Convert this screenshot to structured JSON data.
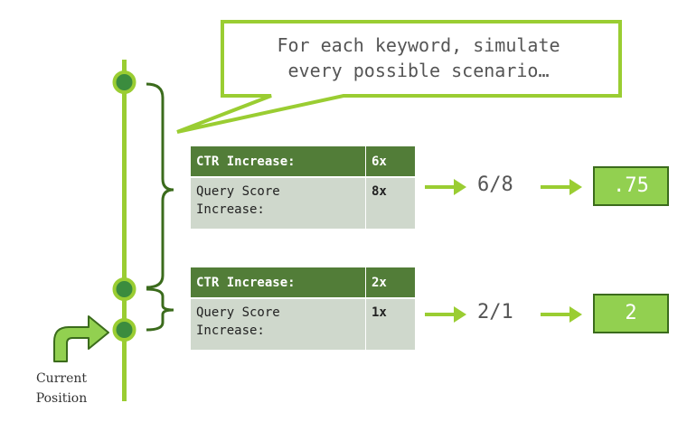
{
  "callout": {
    "line1": "For each keyword, simulate",
    "line2": "every possible scenario…"
  },
  "scenarios": [
    {
      "ctr_label": "CTR Increase:",
      "ctr_value": "6x",
      "query_label_line1": "Query Score",
      "query_label_line2": "Increase:",
      "query_value": "8x",
      "ratio": "6/8",
      "result": ".75"
    },
    {
      "ctr_label": "CTR Increase:",
      "ctr_value": "2x",
      "query_label_line1": "Query Score",
      "query_label_line2": "Increase:",
      "query_value": "1x",
      "ratio": "2/1",
      "result": "2"
    }
  ],
  "current_position": {
    "line1": "Current",
    "line2": "Position"
  },
  "colors": {
    "accent_green": "#92d050",
    "dark_green": "#3b6b1c",
    "header_green": "#527d38",
    "row_gray": "#cfd8cc"
  }
}
